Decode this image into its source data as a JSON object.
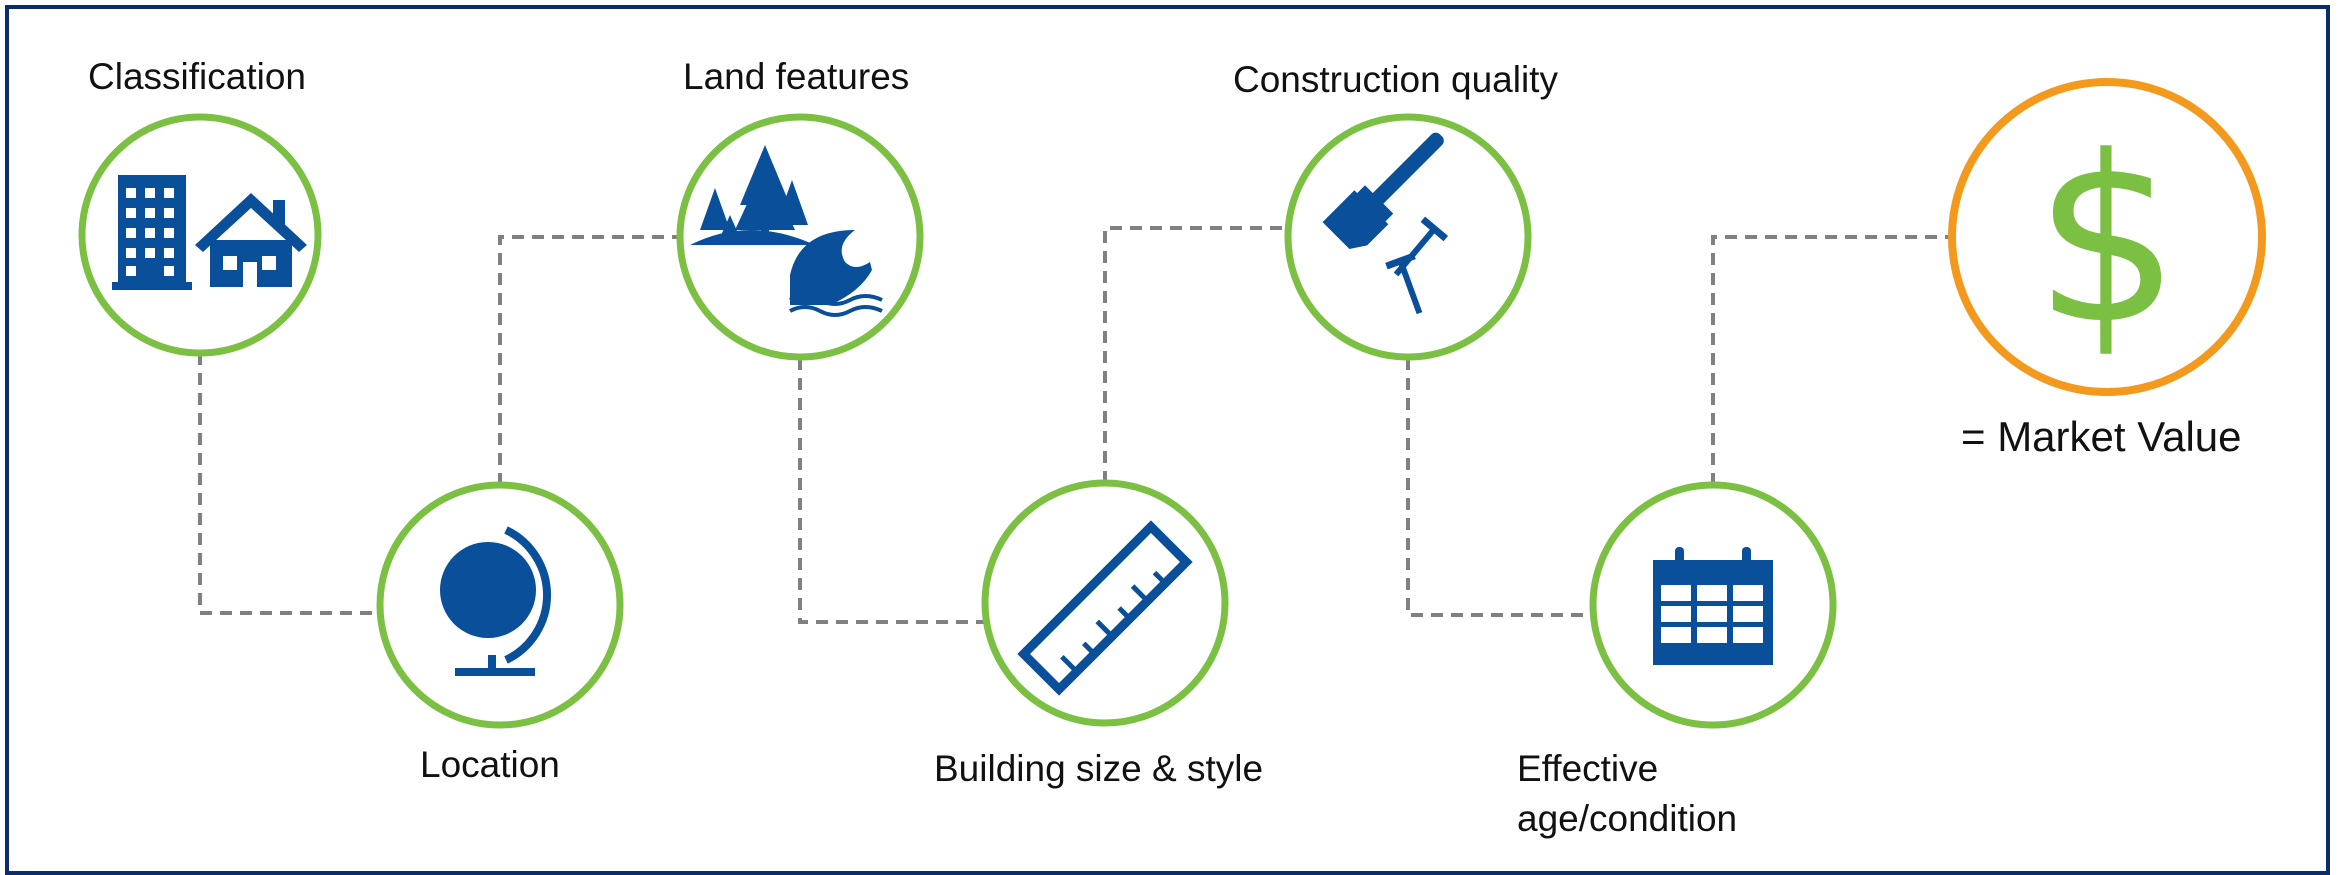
{
  "steps": [
    {
      "label": "Classification",
      "icon": "buildings-icon"
    },
    {
      "label": "Location",
      "icon": "globe-icon"
    },
    {
      "label": "Land features",
      "icon": "land-features-icon"
    },
    {
      "label": "Building size & style",
      "icon": "ruler-icon"
    },
    {
      "label": "Construction quality",
      "icon": "hammer-nails-icon"
    },
    {
      "label_line1": "Effective",
      "label_line2": "age/condition",
      "icon": "calendar-icon"
    }
  ],
  "result": {
    "label": "= Market Value",
    "icon": "dollar-icon"
  },
  "colors": {
    "circle_stroke": "#7bc043",
    "result_stroke": "#f39a1e",
    "icon": "#0a4f9a",
    "connector": "#808080",
    "border": "#0b2d6b"
  }
}
